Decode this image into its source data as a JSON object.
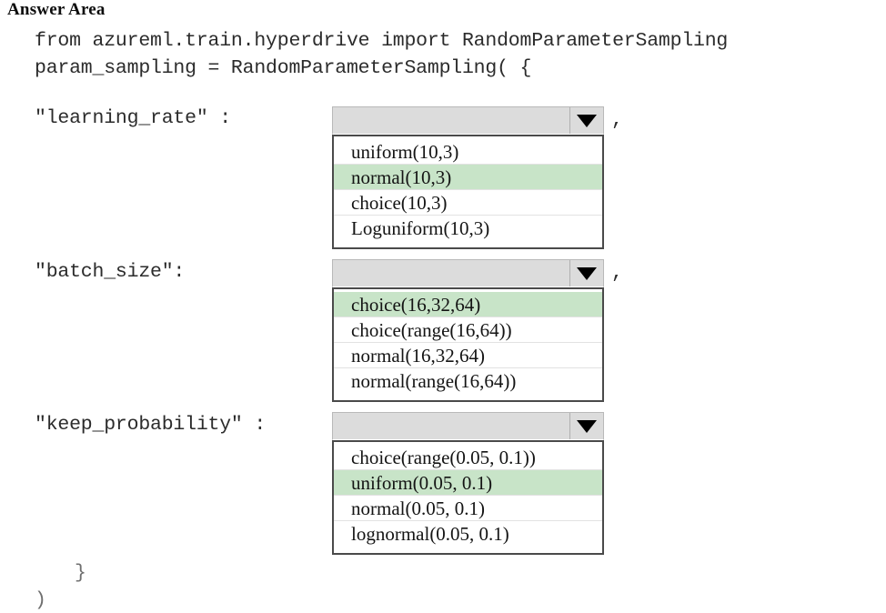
{
  "title": "Answer Area",
  "code": {
    "import_line": "from azureml.train.hyperdrive import RandomParameterSampling",
    "assign_line": "param_sampling = RandomParameterSampling( {",
    "close_brace": "}",
    "close_paren": ")"
  },
  "punctuation": {
    "comma": ","
  },
  "icons": {
    "caret": "chevron-down-icon"
  },
  "colors": {
    "page_background": "#ffffff",
    "dropdown_header": "#dcdcdc",
    "dropdown_border": "#4a4a4a",
    "selected_option": "#c8e4c8",
    "code_text": "#2b2b2b"
  },
  "dropdowns": [
    {
      "key": "learning_rate",
      "label": "\"learning_rate\" :",
      "selected_value": "",
      "trailing_comma": ",",
      "options": [
        {
          "label": "uniform(10,3)",
          "selected": false
        },
        {
          "label": "normal(10,3)",
          "selected": true
        },
        {
          "label": "choice(10,3)",
          "selected": false
        },
        {
          "label": "Loguniform(10,3)",
          "selected": false
        }
      ]
    },
    {
      "key": "batch_size",
      "label": "\"batch_size\":",
      "selected_value": "",
      "trailing_comma": ",",
      "options": [
        {
          "label": "choice(16,32,64)",
          "selected": true
        },
        {
          "label": "choice(range(16,64))",
          "selected": false
        },
        {
          "label": "normal(16,32,64)",
          "selected": false
        },
        {
          "label": "normal(range(16,64))",
          "selected": false
        }
      ]
    },
    {
      "key": "keep_probability",
      "label": "\"keep_probability\" :",
      "selected_value": "",
      "trailing_comma": "",
      "options": [
        {
          "label": "choice(range(0.05, 0.1))",
          "selected": false
        },
        {
          "label": "uniform(0.05, 0.1)",
          "selected": true
        },
        {
          "label": "normal(0.05, 0.1)",
          "selected": false
        },
        {
          "label": "lognormal(0.05, 0.1)",
          "selected": false
        }
      ]
    }
  ]
}
